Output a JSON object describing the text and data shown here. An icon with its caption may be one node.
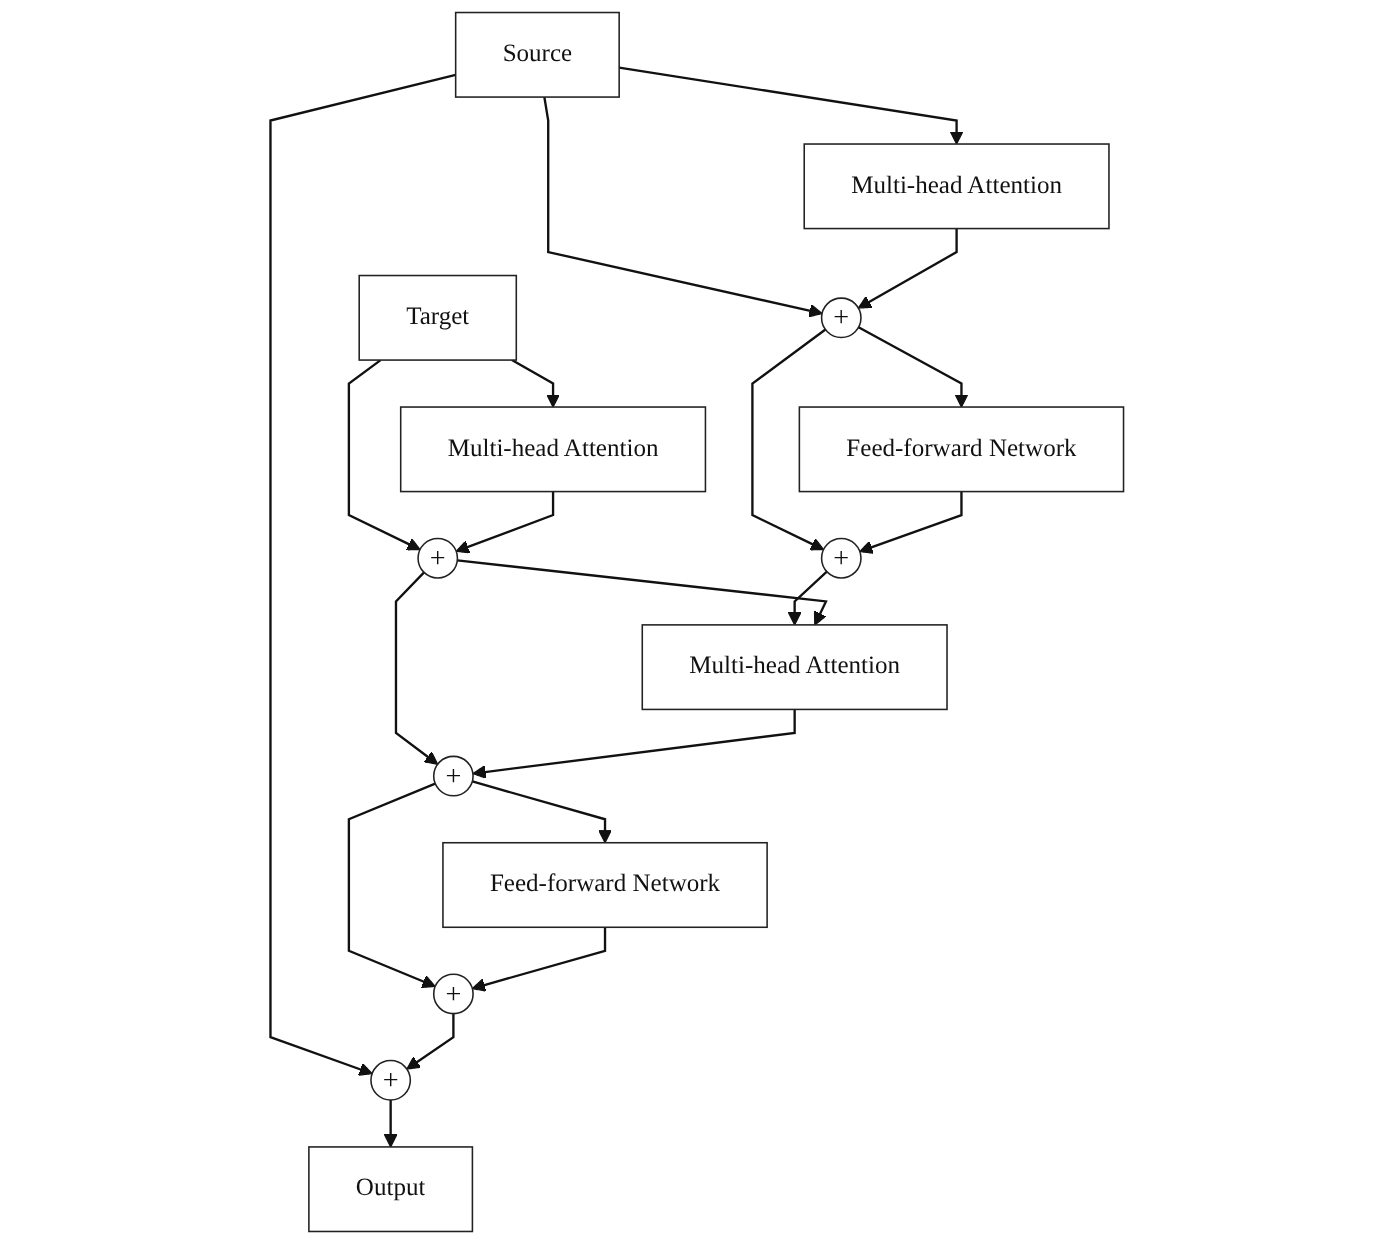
{
  "diagram": {
    "nodes": [
      {
        "text": [
          "Source"
        ]
      },
      {
        "text": [
          "Target"
        ]
      },
      {
        "text": [
          "Multi-head Attention"
        ]
      },
      {
        "text": [
          "Multi-head Attention"
        ]
      },
      {
        "text": [
          "+"
        ]
      },
      {
        "text": [
          "+"
        ]
      },
      {
        "text": [
          "Feed-forward Network"
        ]
      },
      {
        "text": [
          "+"
        ]
      },
      {
        "text": [
          "Multi-head Attention"
        ]
      },
      {
        "text": [
          "+"
        ]
      },
      {
        "text": [
          "Feed-forward Network"
        ]
      },
      {
        "text": [
          "+"
        ]
      },
      {
        "text": [
          "+"
        ]
      },
      {
        "text": [
          "Output"
        ]
      }
    ],
    "edges": [
      {
        "from": 0,
        "to": 2,
        "arrow": "to"
      },
      {
        "from": 0,
        "to": 4,
        "arrow": "to"
      },
      {
        "from": 2,
        "to": 4,
        "arrow": "to"
      },
      {
        "from": 4,
        "to": 6,
        "arrow": "to"
      },
      {
        "from": 4,
        "to": 7,
        "arrow": "to"
      },
      {
        "from": 6,
        "to": 7,
        "arrow": "to"
      },
      {
        "from": 7,
        "to": 8,
        "arrow": "to"
      },
      {
        "from": 0,
        "to": 12,
        "arrow": "to"
      },
      {
        "from": 1,
        "to": 3,
        "arrow": "to"
      },
      {
        "from": 1,
        "to": 5,
        "arrow": "to"
      },
      {
        "from": 3,
        "to": 5,
        "arrow": "to"
      },
      {
        "from": 5,
        "to": 8,
        "arrow": "to"
      },
      {
        "from": 5,
        "to": 9,
        "arrow": "to"
      },
      {
        "from": 8,
        "to": 9,
        "arrow": "to"
      },
      {
        "from": 9,
        "to": 10,
        "arrow": "to"
      },
      {
        "from": 9,
        "to": 11,
        "arrow": "to"
      },
      {
        "from": 10,
        "to": 11,
        "arrow": "to"
      },
      {
        "from": 11,
        "to": 12,
        "arrow": "to"
      },
      {
        "from": 12,
        "to": 13,
        "arrow": "to"
      }
    ]
  }
}
